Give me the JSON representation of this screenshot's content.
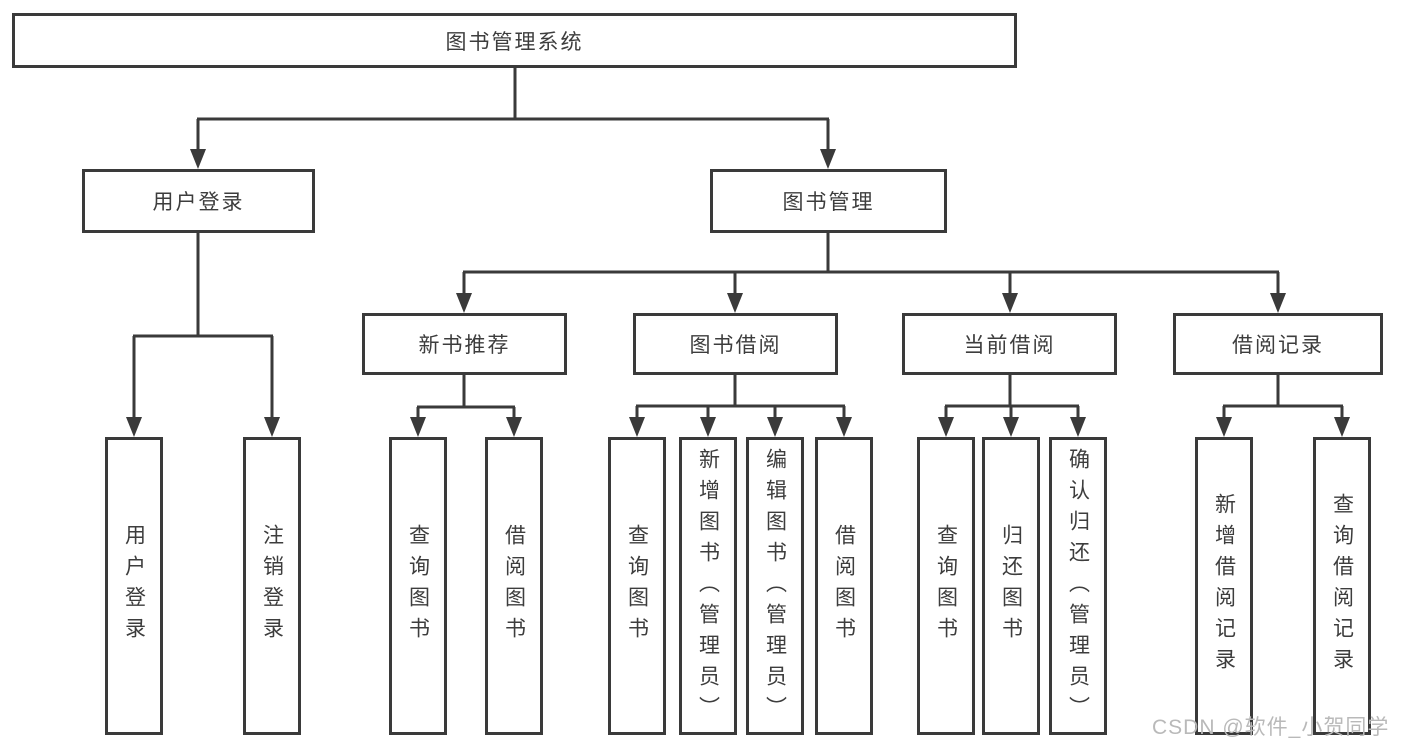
{
  "tree": {
    "label": "图书管理系统",
    "children": [
      {
        "label": "用户登录",
        "children": [
          {
            "label": "用户登录"
          },
          {
            "label": "注销登录"
          }
        ]
      },
      {
        "label": "图书管理",
        "children": [
          {
            "label": "新书推荐",
            "children": [
              {
                "label": "查询图书"
              },
              {
                "label": "借阅图书"
              }
            ]
          },
          {
            "label": "图书借阅",
            "children": [
              {
                "label": "查询图书"
              },
              {
                "label": "新增图书（管理员）"
              },
              {
                "label": "编辑图书（管理员）"
              },
              {
                "label": "借阅图书"
              }
            ]
          },
          {
            "label": "当前借阅",
            "children": [
              {
                "label": "查询图书"
              },
              {
                "label": "归还图书"
              },
              {
                "label": "确认归还（管理员）"
              }
            ]
          },
          {
            "label": "借阅记录",
            "children": [
              {
                "label": "新增借阅记录"
              },
              {
                "label": "查询借阅记录"
              }
            ]
          }
        ]
      }
    ]
  },
  "watermark": "CSDN @软件_小贺同学",
  "colors": {
    "line": "#3a3a3a",
    "text": "#3d3d3d",
    "background": "#ffffff",
    "watermark": "#b9b9b9"
  }
}
